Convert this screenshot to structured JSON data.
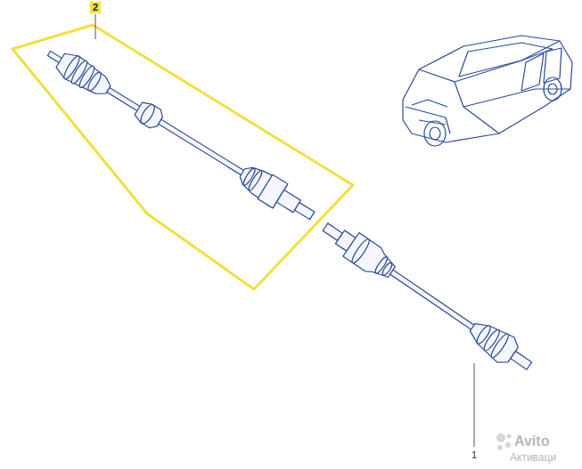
{
  "diagram": {
    "labels": [
      "2",
      "1",
      "Avito",
      "Активаци"
    ]
  }
}
